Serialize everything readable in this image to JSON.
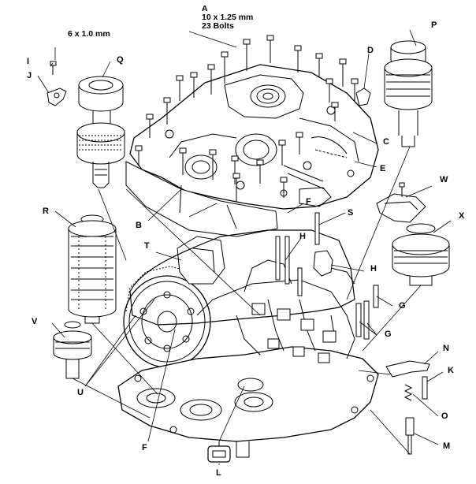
{
  "annotations": {
    "spec_A_letter": "A",
    "spec_A_size": "10 x 1.25 mm",
    "spec_A_count": "23 Bolts",
    "spec_small_bolt": "6 x 1.0 mm"
  },
  "callouts": [
    "B",
    "C",
    "D",
    "E",
    "F",
    "F",
    "G",
    "G",
    "H",
    "H",
    "I",
    "J",
    "K",
    "L",
    "M",
    "N",
    "O",
    "P",
    "Q",
    "R",
    "S",
    "T",
    "U",
    "V",
    "W",
    "X"
  ],
  "colors": {
    "ink": "#000000",
    "paper": "#ffffff",
    "shade": "#d9d9d9"
  }
}
